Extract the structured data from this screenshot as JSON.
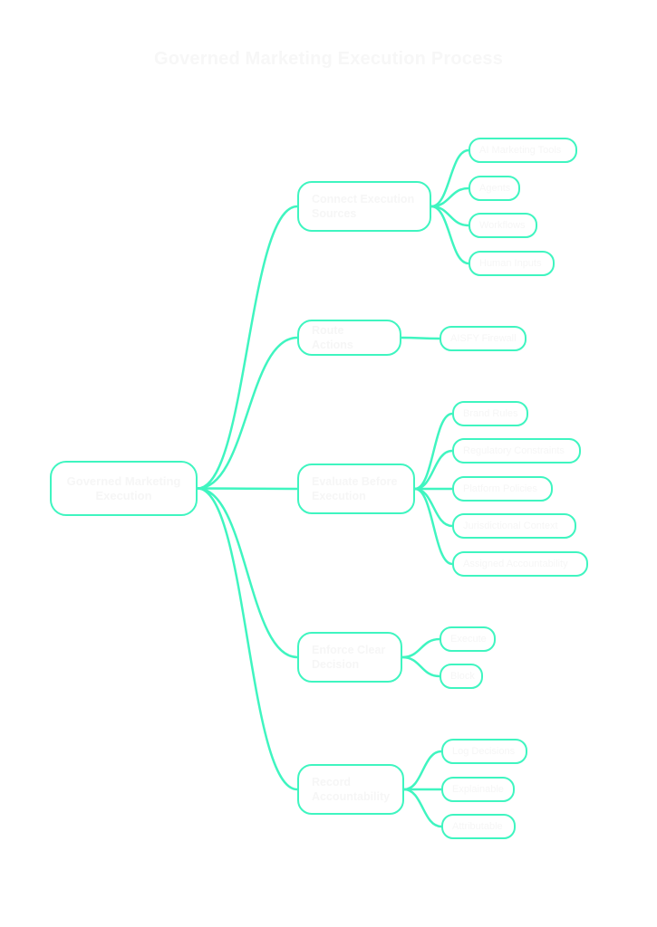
{
  "title": "Governed Marketing Execution Process",
  "colors": {
    "edge": "#3ff5c0",
    "node_border": "#3ff5c0",
    "text": "#f6f6f6",
    "background": "#ffffff"
  },
  "root": {
    "label": "Governed Marketing Execution"
  },
  "branches": [
    {
      "label": "Connect Execution Sources",
      "children": [
        "AI Marketing Tools",
        "Agents",
        "Workflows",
        "Human Inputs"
      ]
    },
    {
      "label": "Route Actions",
      "children": [
        "AISFY Firewall"
      ]
    },
    {
      "label": "Evaluate Before Execution",
      "children": [
        "Brand Rules",
        "Regulatory Constraints",
        "Platform Policies",
        "Jurisdictional Context",
        "Assigned Accountability"
      ]
    },
    {
      "label": "Enforce Clear Decision",
      "children": [
        "Execute",
        "Block"
      ]
    },
    {
      "label": "Record Accountability",
      "children": [
        "Log Decisions",
        "Explainable",
        "Attributable"
      ]
    }
  ]
}
